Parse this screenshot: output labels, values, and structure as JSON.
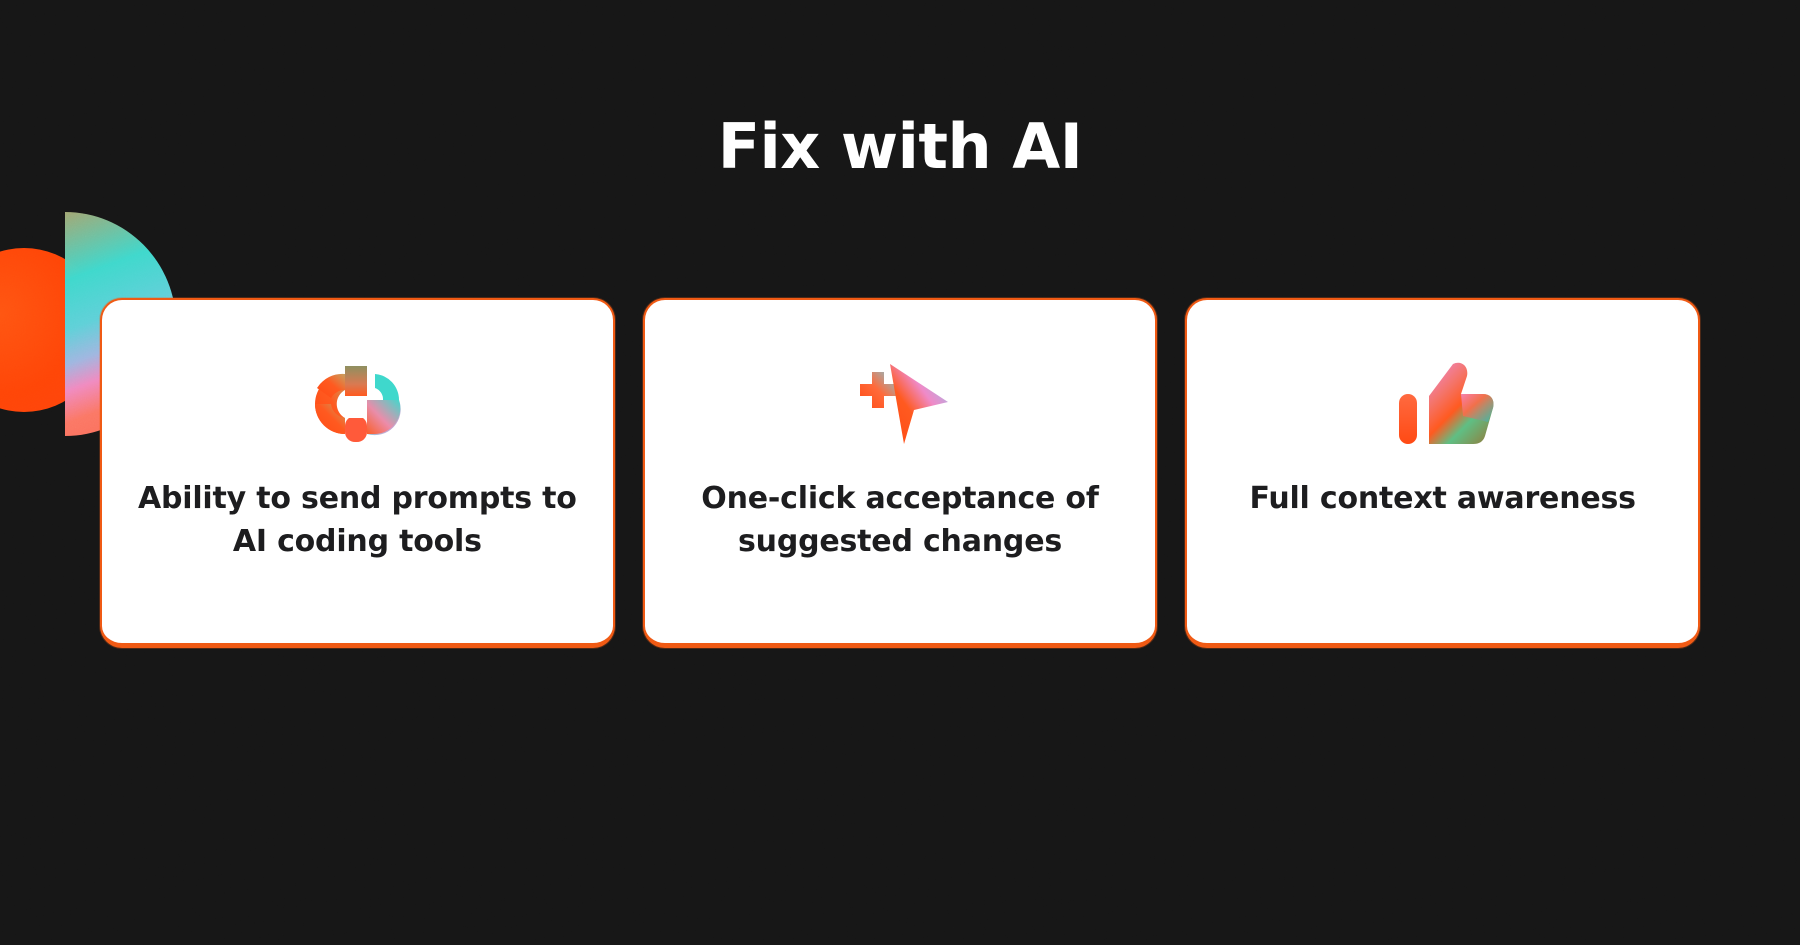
{
  "page": {
    "background_color": "#161616",
    "title": "Fix with AI",
    "title_color": "#ffffff"
  },
  "decor": {
    "circle": {
      "name": "orange-circle",
      "color": "#fb4a14"
    },
    "half_disc": {
      "name": "gradient-half-disc",
      "colors": [
        "#3fd8cc",
        "#9fb6e0",
        "#f08ac0",
        "#fb6a55"
      ]
    }
  },
  "cards": [
    {
      "icon": "code-merge-brain-icon",
      "label": "Ability to send prompts to AI coding tools",
      "border_color": "#f05a14",
      "background_color": "#ffffff"
    },
    {
      "icon": "cursor-plus-icon",
      "label": "One-click acceptance of suggested changes",
      "border_color": "#f05a14",
      "background_color": "#ffffff"
    },
    {
      "icon": "thumbs-up-icon",
      "label": "Full context awareness",
      "border_color": "#f05a14",
      "background_color": "#ffffff"
    }
  ]
}
